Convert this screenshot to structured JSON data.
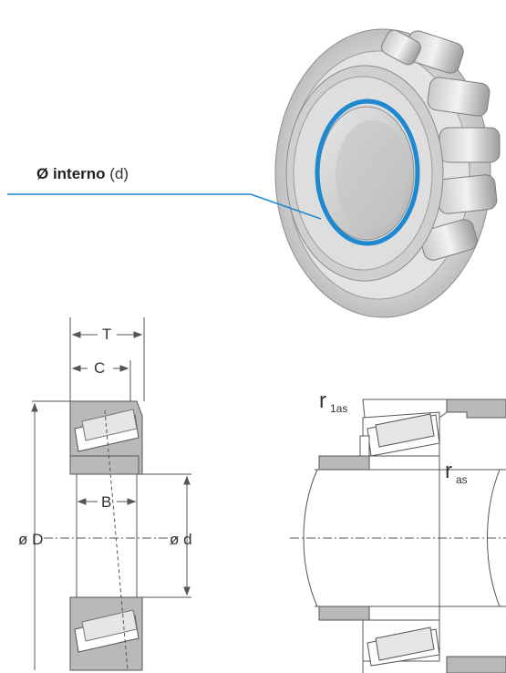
{
  "callout": {
    "label_bold": "Ø interno",
    "label_symbol": "(d)"
  },
  "dimensions": {
    "T": "T",
    "C": "C",
    "B": "B",
    "outer_diameter": "ø D",
    "inner_diameter": "ø d"
  },
  "mounting": {
    "r1as_main": "r",
    "r1as_sub": "1as",
    "ras_main": "r",
    "ras_sub": "as"
  },
  "colors": {
    "highlight": "#1e88d0",
    "callout_line": "#1e88d0",
    "section_fill": "#b9b9b9",
    "outline": "#555555"
  }
}
